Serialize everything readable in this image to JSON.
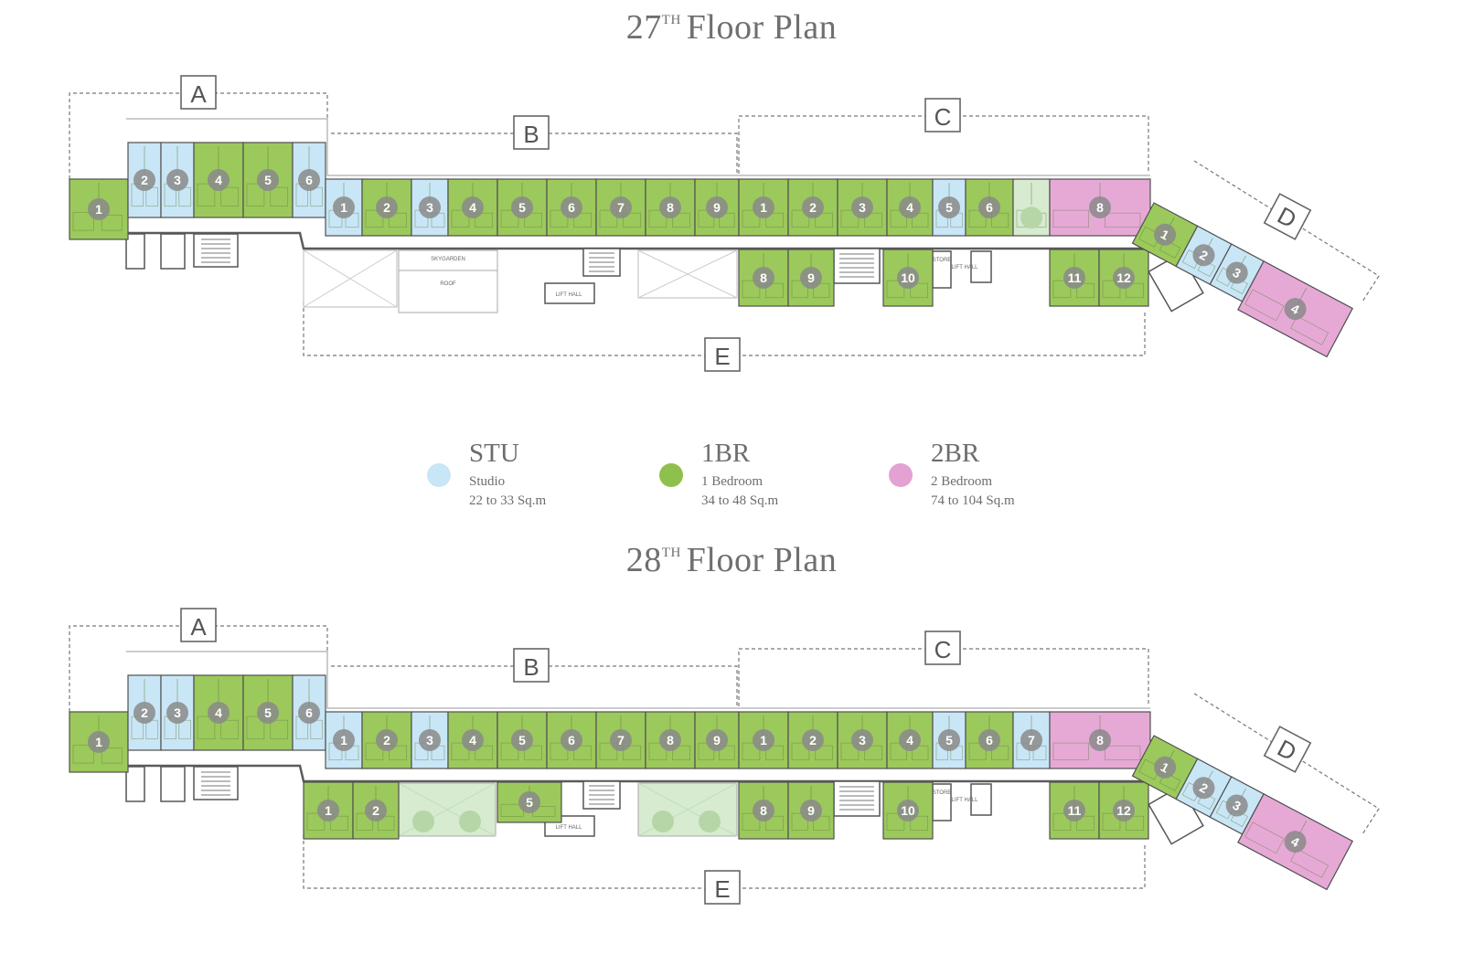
{
  "floors": [
    {
      "title_number": "27",
      "title_suffix": "TH",
      "title_text": "Floor Plan",
      "zones": [
        "A",
        "B",
        "C",
        "D",
        "E"
      ],
      "rooms": {
        "A": [
          {
            "label": "1",
            "type": "1BR"
          },
          {
            "label": "2",
            "type": "STU"
          },
          {
            "label": "3",
            "type": "STU"
          },
          {
            "label": "4",
            "type": "1BR"
          },
          {
            "label": "5",
            "type": "1BR"
          },
          {
            "label": "6",
            "type": "STU"
          }
        ],
        "B": [
          {
            "label": "1",
            "type": "STU"
          },
          {
            "label": "2",
            "type": "1BR"
          },
          {
            "label": "3",
            "type": "STU"
          },
          {
            "label": "4",
            "type": "1BR"
          },
          {
            "label": "5",
            "type": "1BR"
          },
          {
            "label": "6",
            "type": "1BR"
          },
          {
            "label": "7",
            "type": "1BR"
          },
          {
            "label": "8",
            "type": "1BR"
          },
          {
            "label": "9",
            "type": "1BR"
          }
        ],
        "C": [
          {
            "label": "1",
            "type": "1BR"
          },
          {
            "label": "2",
            "type": "1BR"
          },
          {
            "label": "3",
            "type": "1BR"
          },
          {
            "label": "4",
            "type": "1BR"
          },
          {
            "label": "5",
            "type": "STU"
          },
          {
            "label": "6",
            "type": "1BR"
          },
          {
            "label": "",
            "type": "garden"
          },
          {
            "label": "8",
            "type": "2BR"
          }
        ],
        "E": [
          {
            "label": "8",
            "type": "1BR"
          },
          {
            "label": "9",
            "type": "1BR"
          },
          {
            "label": "10",
            "type": "1BR"
          },
          {
            "label": "11",
            "type": "1BR"
          },
          {
            "label": "12",
            "type": "1BR"
          }
        ],
        "D": [
          {
            "label": "1",
            "type": "1BR"
          },
          {
            "label": "2",
            "type": "STU"
          },
          {
            "label": "3",
            "type": "STU"
          },
          {
            "label": "4",
            "type": "2BR"
          }
        ]
      },
      "annotations": [
        "SKYGARDEN",
        "ROOF",
        "LIFT HALL",
        "LIFT HALL",
        "STORE"
      ]
    },
    {
      "title_number": "28",
      "title_suffix": "TH",
      "title_text": "Floor Plan",
      "zones": [
        "A",
        "B",
        "C",
        "D",
        "E"
      ],
      "rooms": {
        "A": [
          {
            "label": "1",
            "type": "1BR"
          },
          {
            "label": "2",
            "type": "STU"
          },
          {
            "label": "3",
            "type": "STU"
          },
          {
            "label": "4",
            "type": "1BR"
          },
          {
            "label": "5",
            "type": "1BR"
          },
          {
            "label": "6",
            "type": "STU"
          }
        ],
        "B": [
          {
            "label": "1",
            "type": "STU"
          },
          {
            "label": "2",
            "type": "1BR"
          },
          {
            "label": "3",
            "type": "STU"
          },
          {
            "label": "4",
            "type": "1BR"
          },
          {
            "label": "5",
            "type": "1BR"
          },
          {
            "label": "6",
            "type": "1BR"
          },
          {
            "label": "7",
            "type": "1BR"
          },
          {
            "label": "8",
            "type": "1BR"
          },
          {
            "label": "9",
            "type": "1BR"
          }
        ],
        "C": [
          {
            "label": "1",
            "type": "1BR"
          },
          {
            "label": "2",
            "type": "1BR"
          },
          {
            "label": "3",
            "type": "1BR"
          },
          {
            "label": "4",
            "type": "1BR"
          },
          {
            "label": "5",
            "type": "STU"
          },
          {
            "label": "6",
            "type": "1BR"
          },
          {
            "label": "7",
            "type": "STU"
          },
          {
            "label": "8",
            "type": "2BR"
          }
        ],
        "E": [
          {
            "label": "1",
            "type": "1BR"
          },
          {
            "label": "2",
            "type": "1BR"
          },
          {
            "label": "5",
            "type": "1BR"
          },
          {
            "label": "8",
            "type": "1BR"
          },
          {
            "label": "9",
            "type": "1BR"
          },
          {
            "label": "10",
            "type": "1BR"
          },
          {
            "label": "11",
            "type": "1BR"
          },
          {
            "label": "12",
            "type": "1BR"
          }
        ],
        "D": [
          {
            "label": "1",
            "type": "1BR"
          },
          {
            "label": "2",
            "type": "STU"
          },
          {
            "label": "3",
            "type": "STU"
          },
          {
            "label": "4",
            "type": "2BR"
          }
        ]
      },
      "annotations": [
        "LIFT HALL",
        "LIFT HALL",
        "STORE"
      ]
    }
  ],
  "legend": [
    {
      "code": "STU",
      "name": "Studio",
      "area": "22 to 33 Sq.m",
      "color": "#c9e6f7"
    },
    {
      "code": "1BR",
      "name": "1 Bedroom",
      "area": "34 to 48 Sq.m",
      "color": "#8fc04d"
    },
    {
      "code": "2BR",
      "name": "2 Bedroom",
      "area": "74 to 104 Sq.m",
      "color": "#e3a2d2"
    }
  ],
  "colors": {
    "STU": "#c9e6f7",
    "1BR": "#9cc95c",
    "2BR": "#e6a9d6",
    "garden": "#d6ebcf",
    "wall": "#5b5b5b",
    "label_circle": "#8a8a8a"
  }
}
